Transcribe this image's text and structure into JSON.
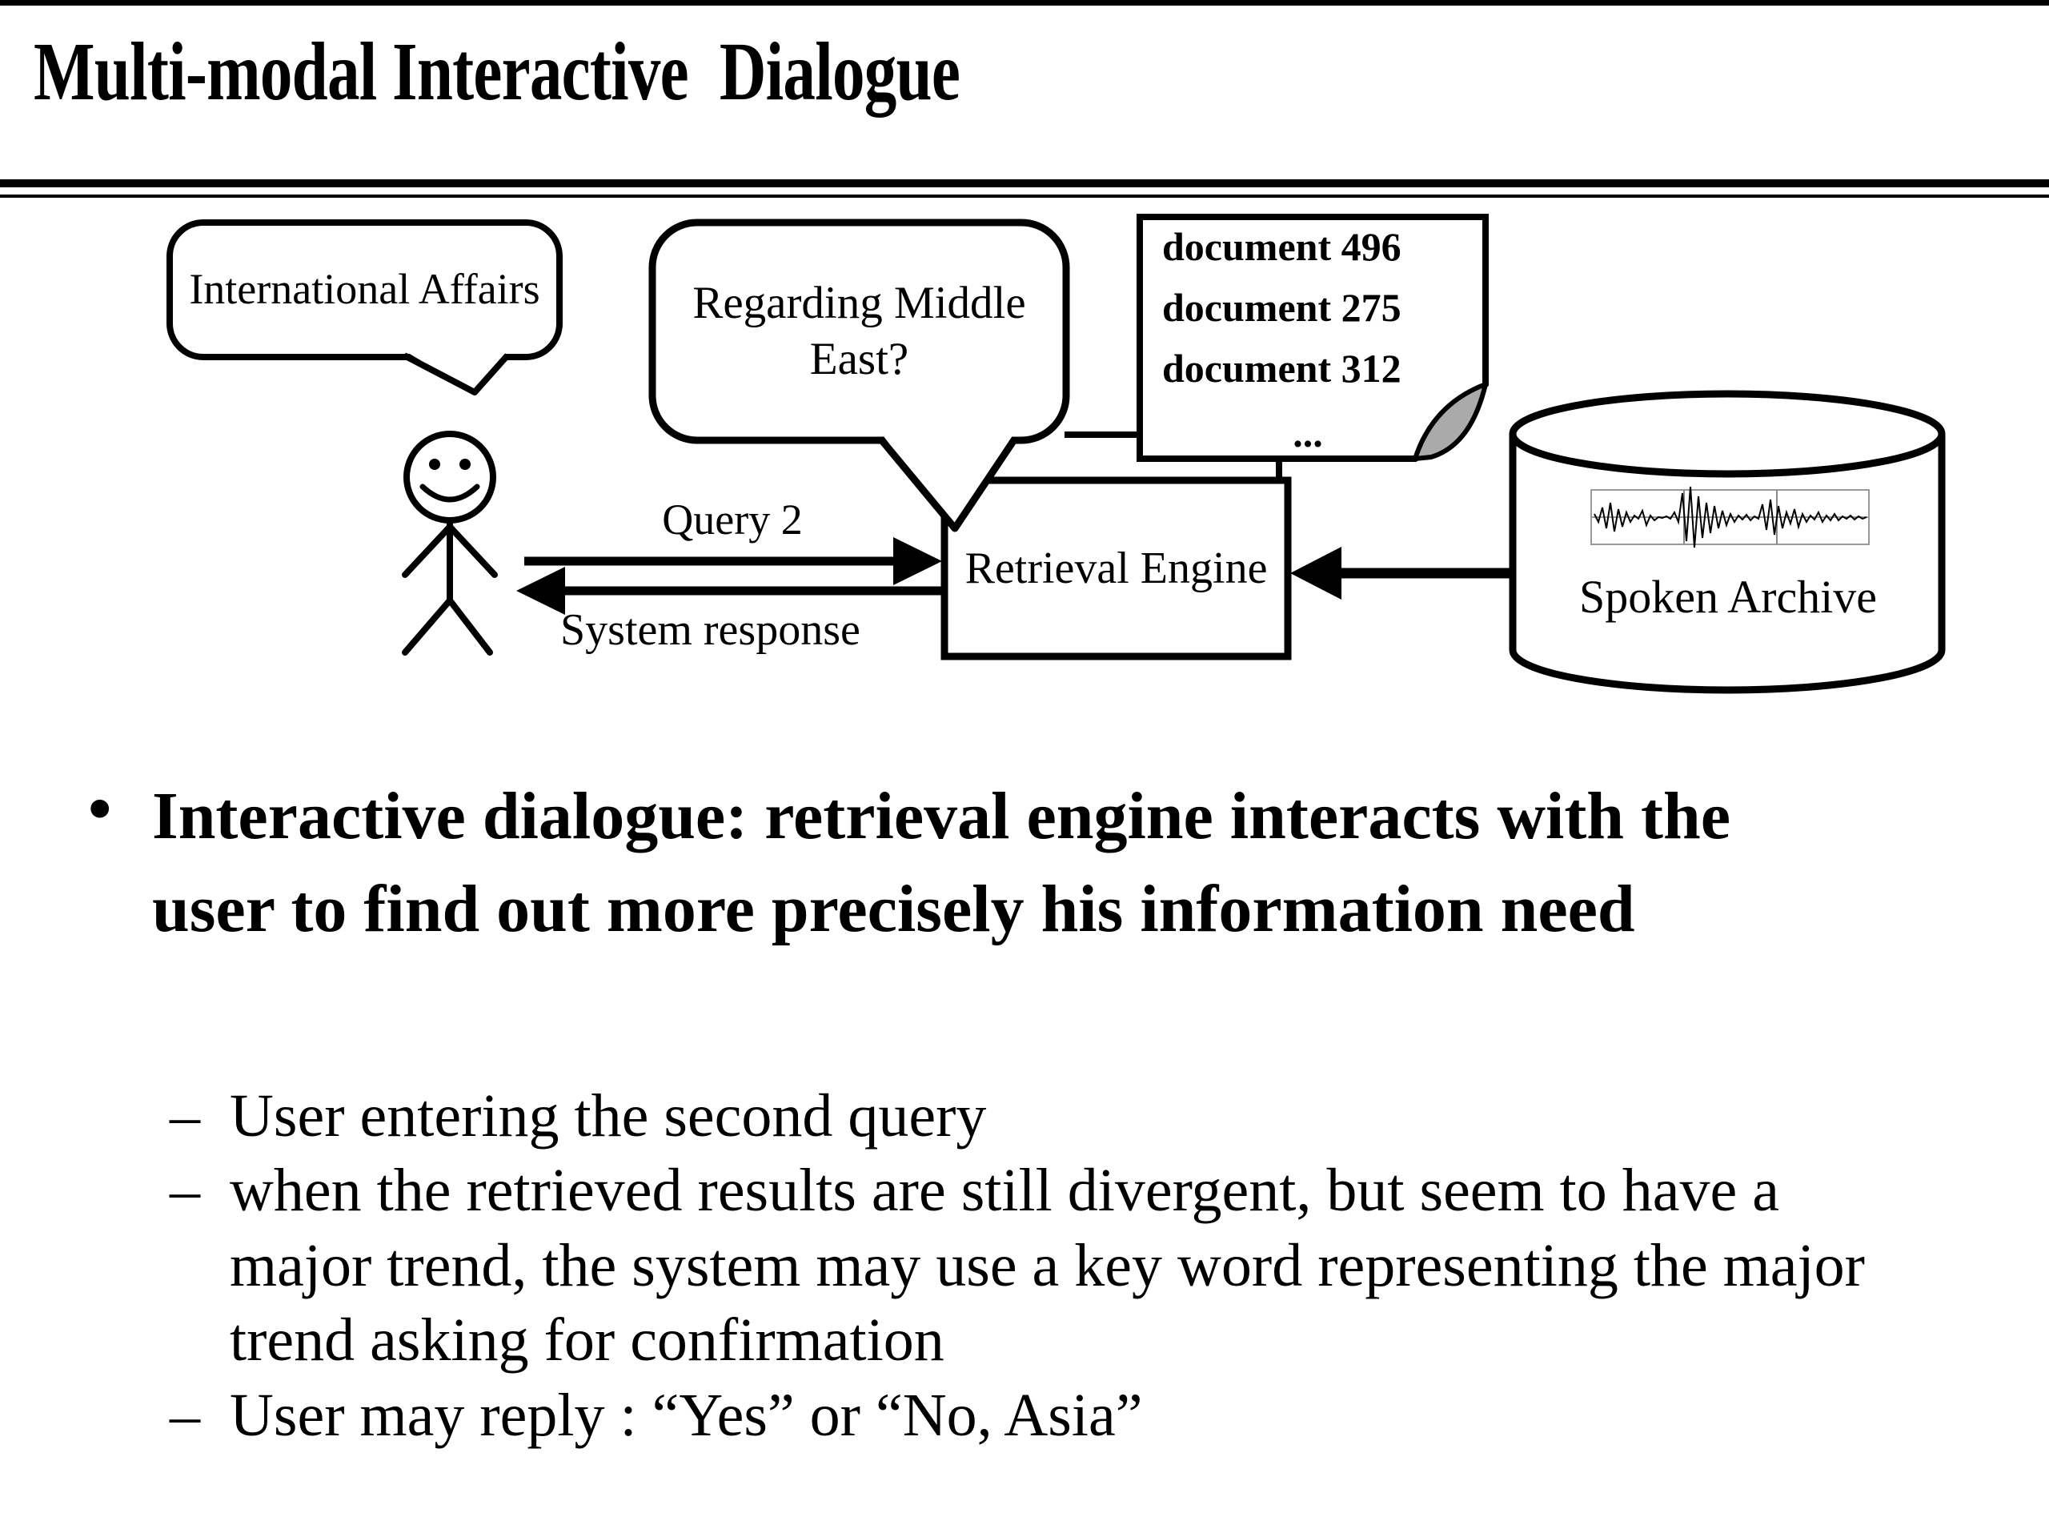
{
  "title": "Multi-modal Interactive  Dialogue",
  "diagram": {
    "user_bubble": "International Affairs",
    "system_bubble": "Regarding Middle East?",
    "documents": [
      "document 496",
      "document 275",
      "document 312",
      "..."
    ],
    "retrieval_engine_label": "Retrieval Engine",
    "spoken_archive_label": "Spoken Archive",
    "query_arrow_label": "Query 2",
    "response_arrow_label": "System response"
  },
  "bullets": {
    "marker": "•",
    "dash": "–",
    "main": "Interactive dialogue: retrieval engine interacts with the user to find out more precisely his information need",
    "subs": [
      "User entering the second query",
      "when the retrieved results are still divergent, but seem to have a major trend, the system may use a key word representing the major trend asking for confirmation",
      "User may reply :  “Yes” or “No, Asia”"
    ]
  }
}
